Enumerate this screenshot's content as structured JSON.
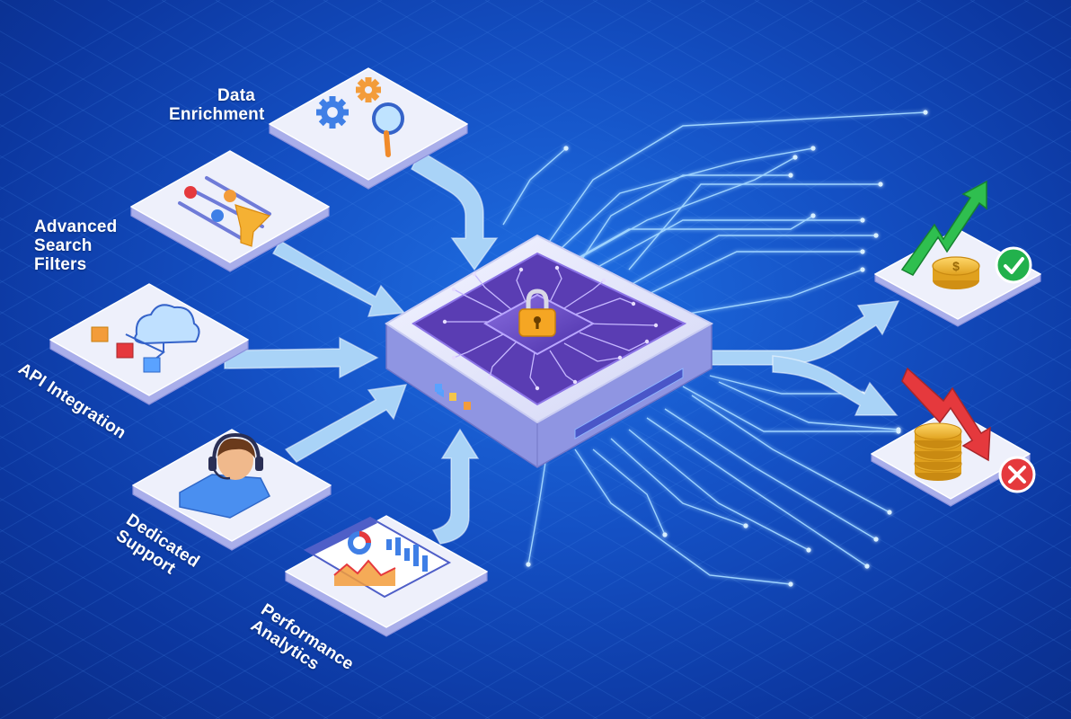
{
  "features": [
    {
      "id": "data-enrichment",
      "label": [
        "Data",
        "Enrichment"
      ],
      "icon": "gears-magnifier-icon"
    },
    {
      "id": "advanced-search-filters",
      "label": [
        "Advanced",
        "Search",
        "Filters"
      ],
      "icon": "sliders-funnel-icon"
    },
    {
      "id": "api-integration",
      "label": [
        "API Integration"
      ],
      "icon": "cloud-network-icon"
    },
    {
      "id": "dedicated-support",
      "label": [
        "Dedicated",
        "Support"
      ],
      "icon": "headset-agent-icon"
    },
    {
      "id": "performance-analytics",
      "label": [
        "Performance",
        "Analytics"
      ],
      "icon": "dashboard-charts-icon"
    }
  ],
  "hub": {
    "icon": "padlock-icon",
    "chip": "circuit-chip"
  },
  "outcomes": [
    {
      "id": "positive",
      "icon": "rising-arrow-coin-icon",
      "status_icon": "check-icon",
      "color": "#22b14c"
    },
    {
      "id": "negative",
      "icon": "falling-arrow-coins-icon",
      "status_icon": "cross-icon",
      "color": "#e5393d"
    }
  ],
  "colors": {
    "background": "#1450c4",
    "card": "#eef0fb",
    "card_side": "#a9aeea",
    "arrow": "#a9d3f7",
    "circuit": "#9fd4ff",
    "chip_core": "#6b4bc4",
    "lock": "#f5a623"
  }
}
